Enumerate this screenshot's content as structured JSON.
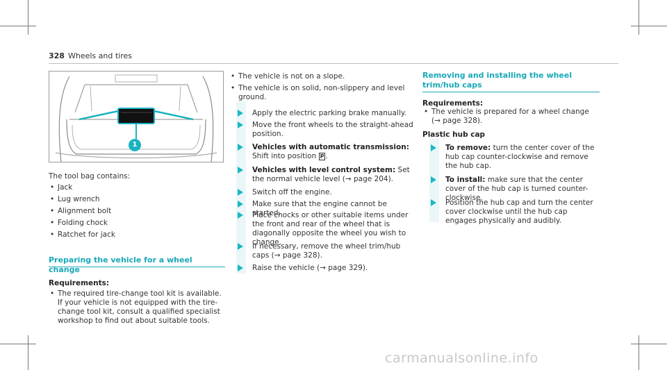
{
  "header": {
    "page_number": "328",
    "title": "Wheels and tires"
  },
  "figure": {
    "callout": "1"
  },
  "col1": {
    "intro": "The tool bag contains:",
    "items": [
      "Jack",
      "Lug wrench",
      "Alignment bolt",
      "Folding chock",
      "Ratchet for jack"
    ],
    "section_title": "Preparing the vehicle for a wheel change",
    "req_label": "Requirements:",
    "req_bullet": "The required tire-change tool kit is available. If your vehicle is not equipped with the tire-change tool kit, consult a qualified specialist workshop to find out about suitable tools."
  },
  "col2": {
    "bullets": [
      "The vehicle is not on a slope.",
      "The vehicle is on solid, non-slippery and level ground."
    ],
    "step1": "Apply the electric parking brake manually.",
    "step2": "Move the front wheels to the straight-ahead position.",
    "step3_bold": "Vehicles with automatic transmission:",
    "step3_text": "Shift into position",
    "step3_key": "P",
    "step4_bold": "Vehicles with level control system:",
    "step4_text": "Set the normal vehicle level (→ page 204).",
    "step5": "Switch off the engine.",
    "step6": "Make sure that the engine cannot be started.",
    "step7": "Place chocks or other suitable items under the front and rear of the wheel that is diagonally opposite the wheel you wish to change.",
    "step8": "If necessary, remove the wheel trim/hub caps (→ page 328).",
    "step9": "Raise the vehicle (→ page 329)."
  },
  "col3": {
    "section_title": "Removing and installing the wheel trim/hub caps",
    "req_label": "Requirements:",
    "req_bullet": "The vehicle is prepared for a wheel change (→ page 328).",
    "sub_title": "Plastic hub cap",
    "step1_bold": "To remove:",
    "step1_text": "turn the center cover of the hub cap counter-clockwise and remove the hub cap.",
    "step2_bold": "To install:",
    "step2_text": "make sure that the center cover of the hub cap is turned counter-clockwise.",
    "step3": "Position the hub cap and turn the center cover clockwise until the hub cap engages physically and audibly."
  },
  "watermark": "carmanualsonline.info"
}
